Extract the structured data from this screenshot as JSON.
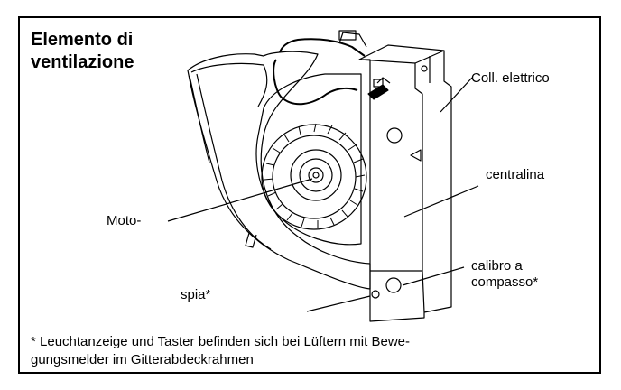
{
  "title": {
    "line1": "Elemento di",
    "line2": "ventilazione"
  },
  "labels": {
    "electrical_connection": "Coll. elettrico",
    "control_unit": "centralina",
    "motor": "Moto-",
    "calibre_line1": "calibro a",
    "calibre_line2": "compasso*",
    "indicator": "spia*"
  },
  "footnote": {
    "line1": "* Leuchtanzeige und Taster befinden sich bei Lüftern mit Bewe-",
    "line2": "gungsmelder im Gitterabdeckrahmen"
  }
}
